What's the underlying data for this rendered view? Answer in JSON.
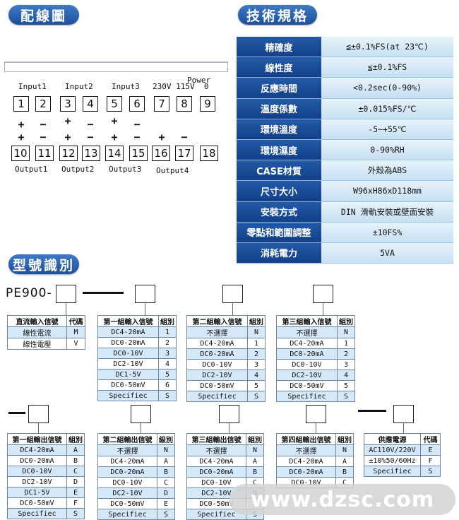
{
  "headings": {
    "wiring": "配線圖",
    "spec": "技術規格",
    "model": "型號識別"
  },
  "wiring": {
    "power_label": "Power",
    "group_labels": [
      "Input1",
      "Input2",
      "Input3",
      "230V 115V  0"
    ],
    "top_terminals": [
      "1",
      "2",
      "3",
      "4",
      "5",
      "6",
      "7",
      "8",
      "9"
    ],
    "bottom_terminals": [
      "10",
      "11",
      "12",
      "13",
      "14",
      "15",
      "16",
      "17",
      "18"
    ],
    "output_labels": [
      "Output1",
      "Output2",
      "Output3",
      "Output4"
    ],
    "symbols": {
      "plus": "+",
      "minus": "−"
    }
  },
  "spec": [
    {
      "k": "精確度",
      "v": "≦±0.1%FS(at 23℃)"
    },
    {
      "k": "線性度",
      "v": "≦±0.1%FS"
    },
    {
      "k": "反應時間",
      "v": "<0.2sec(0-90%)"
    },
    {
      "k": "溫度係數",
      "v": "±0.015%FS/℃"
    },
    {
      "k": "環境溫度",
      "v": "-5~+55℃"
    },
    {
      "k": "環境濕度",
      "v": "0-90%RH"
    },
    {
      "k": "CASE材質",
      "v": "外殼為ABS"
    },
    {
      "k": "尺寸大小",
      "v": "W96xH86xD118mm"
    },
    {
      "k": "安裝方式",
      "v": "DIN 滑軌安裝或壁面安裝"
    },
    {
      "k": "零點和範圍調整",
      "v": "±10FS%"
    },
    {
      "k": "消耗電力",
      "v": "5VA"
    }
  ],
  "model": {
    "prefix": "PE900-",
    "input_type": {
      "head": [
        "直流輸入信號",
        "代碼"
      ],
      "rows": [
        [
          "線性電流",
          "M"
        ],
        [
          "線性電壓",
          "V"
        ]
      ]
    },
    "in1": {
      "head": [
        "第一組輸入信號",
        "組別"
      ],
      "rows": [
        [
          "DC4-20mA",
          "1"
        ],
        [
          "DC0-20mA",
          "2"
        ],
        [
          "DC0-10V",
          "3"
        ],
        [
          "DC2-10V",
          "4"
        ],
        [
          "DC1-5V",
          "5"
        ],
        [
          "DC0-50mV",
          "6"
        ],
        [
          "Specifiec",
          "S"
        ]
      ]
    },
    "in2": {
      "head": [
        "第二組輸入信號",
        "組別"
      ],
      "rows": [
        [
          "不選擇",
          "N"
        ],
        [
          "DC4-20mA",
          "1"
        ],
        [
          "DC0-20mA",
          "2"
        ],
        [
          "DC0-10V",
          "3"
        ],
        [
          "DC2-10V",
          "4"
        ],
        [
          "DC0-50mV",
          "5"
        ],
        [
          "Specifiec",
          "S"
        ]
      ]
    },
    "in3": {
      "head": [
        "第三組輸入信號",
        "組別"
      ],
      "rows": [
        [
          "不選擇",
          "N"
        ],
        [
          "DC4-20mA",
          "1"
        ],
        [
          "DC0-20mA",
          "2"
        ],
        [
          "DC0-10V",
          "3"
        ],
        [
          "DC2-10V",
          "4"
        ],
        [
          "DC0-50mV",
          "5"
        ],
        [
          "Specifiec",
          "S"
        ]
      ]
    },
    "out1": {
      "head": [
        "第一組輸出信號",
        "組別"
      ],
      "rows": [
        [
          "DC4-20mA",
          "A"
        ],
        [
          "DC0-20mA",
          "B"
        ],
        [
          "DC0-10V",
          "C"
        ],
        [
          "DC2-10V",
          "D"
        ],
        [
          "DC1-5V",
          "E"
        ],
        [
          "DC0-50mV",
          "F"
        ],
        [
          "Specifiec",
          "S"
        ]
      ]
    },
    "out2": {
      "head": [
        "第二組輸出信號",
        "級別"
      ],
      "rows": [
        [
          "不選擇",
          "N"
        ],
        [
          "DC4-20mA",
          "A"
        ],
        [
          "DC0-20mA",
          "B"
        ],
        [
          "DC0-10V",
          "C"
        ],
        [
          "DC2-10V",
          "D"
        ],
        [
          "DC0-50mV",
          "E"
        ],
        [
          "Specifiec",
          "S"
        ]
      ]
    },
    "out3": {
      "head": [
        "第三組輸出信號",
        "組別"
      ],
      "rows": [
        [
          "不選擇",
          "N"
        ],
        [
          "DC4-20mA",
          "A"
        ],
        [
          "DC0-20mA",
          "B"
        ],
        [
          "DC0-10V",
          "C"
        ],
        [
          "DC2-10V",
          "D"
        ],
        [
          "DC0-50mV",
          "E"
        ],
        [
          "Specifiec",
          "S"
        ]
      ]
    },
    "out4": {
      "head": [
        "第四組輸出信號",
        "組別"
      ],
      "rows": [
        [
          "不選擇",
          "N"
        ],
        [
          "DC4-20mA",
          "A"
        ],
        [
          "DC0-20mA",
          "B"
        ],
        [
          "DC0-10V",
          "C"
        ]
      ]
    },
    "power": {
      "head": [
        "供應電源",
        "代碼"
      ],
      "rows": [
        [
          "AC110V/220V",
          "E"
        ],
        [
          "±10%50/60Hz",
          "F"
        ],
        [
          "Specifiec",
          "S"
        ]
      ]
    }
  },
  "watermark": "www.dzsc.com",
  "colors": {
    "accent": "#1d4f9b",
    "value_bg": "#d6eaf8",
    "highlight_row": "#d4e8f8"
  }
}
